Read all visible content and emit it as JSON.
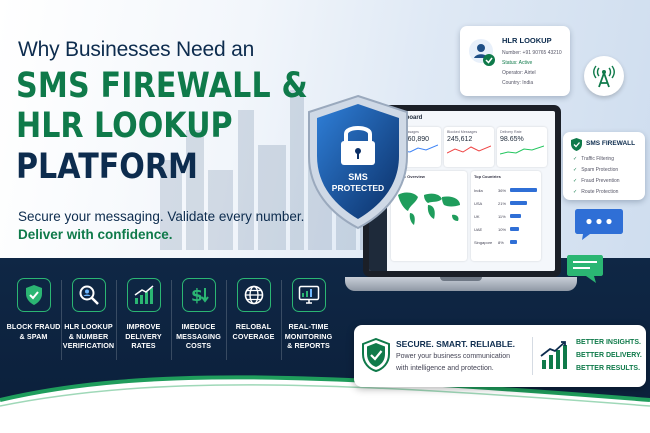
{
  "headline": {
    "line1": "Why Businesses Need an",
    "line2": "SMS FIREWALL &",
    "line3": "HLR LOOKUP",
    "line4": "PLATFORM"
  },
  "tagline": {
    "line1": "Secure your messaging. Validate every number.",
    "line2": "Deliver with confidence."
  },
  "features": [
    {
      "icon": "shield-check-icon",
      "label": "BLOCK FRAUD\n& SPAM"
    },
    {
      "icon": "magnifier-user-icon",
      "label": "HLR LOOKUP\n& NUMBER\nVERIFICATION"
    },
    {
      "icon": "bar-chart-icon",
      "label": "IMPROVE\nDELIVERY\nRATES"
    },
    {
      "icon": "dollar-down-icon",
      "label": "IMEDUCE\nMESSAGING\nCOSTS"
    },
    {
      "icon": "globe-icon",
      "label": "RELOBAL\nCOVERAGE"
    },
    {
      "icon": "monitor-icon",
      "label": "REAL-TIME\nMONITORING\n& REPORTS"
    }
  ],
  "shield": {
    "text_line1": "SMS",
    "text_line2": "PROTECTED"
  },
  "dashboard": {
    "title": "Dashboard",
    "kpis": [
      {
        "label": "Total Messages",
        "value": "12,560,890"
      },
      {
        "label": "Blocked Messages",
        "value": "245,612"
      },
      {
        "label": "Delivery Rate",
        "value": "98.65%"
      }
    ],
    "traffic_title": "Traffic Overview",
    "countries_title": "Top Countries",
    "countries": [
      {
        "name": "India",
        "pct": "36%",
        "level": 0.95
      },
      {
        "name": "USA",
        "pct": "21%",
        "level": 0.62
      },
      {
        "name": "UK",
        "pct": "11%",
        "level": 0.38
      },
      {
        "name": "UAE",
        "pct": "10%",
        "level": 0.33
      },
      {
        "name": "Singapore",
        "pct": "8%",
        "level": 0.26
      }
    ]
  },
  "hlr_card": {
    "title": "HLR LOOKUP",
    "rows": [
      "Number: +91 90765 43210",
      "Status: Active",
      "Operator: Airtel",
      "Country: India"
    ]
  },
  "firewall_card": {
    "title": "SMS FIREWALL",
    "items": [
      "Traffic Filtering",
      "Spam Protection",
      "Fraud Prevention",
      "Route Protection"
    ]
  },
  "bottom_card": {
    "title": "SECURE. SMART. RELIABLE.",
    "desc1": "Power your business communication",
    "desc2": "with intelligence and protection.",
    "results": [
      "BETTER INSIGHTS.",
      "BETTER DELIVERY.",
      "BETTER RESULTS."
    ]
  },
  "colors": {
    "navy": "#0d2c4e",
    "green": "#0f7a4a",
    "accent_green": "#2bb673",
    "band": "#0f2745"
  }
}
